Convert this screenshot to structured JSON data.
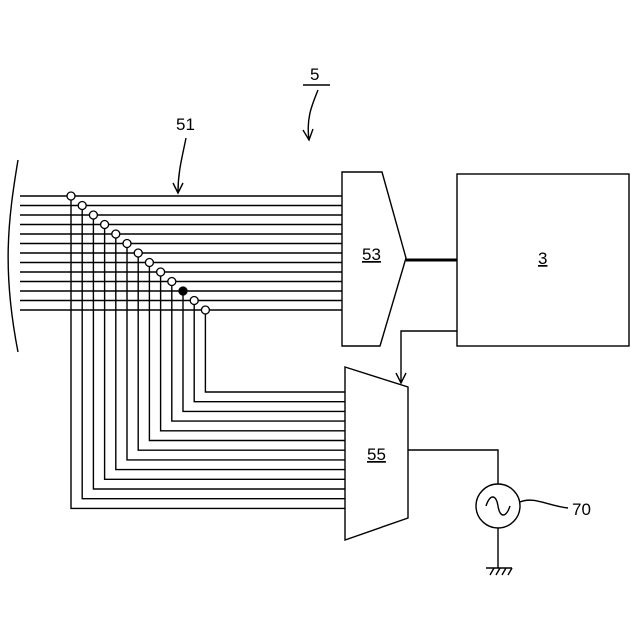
{
  "labels": {
    "system": "5",
    "bus": "51",
    "block_53": "53",
    "block_3": "3",
    "block_55": "55",
    "source": "70"
  },
  "bus": {
    "line_count": 13,
    "selected_index": 10
  },
  "icons": {
    "source": "ac-source-icon",
    "ground": "ground-icon"
  }
}
